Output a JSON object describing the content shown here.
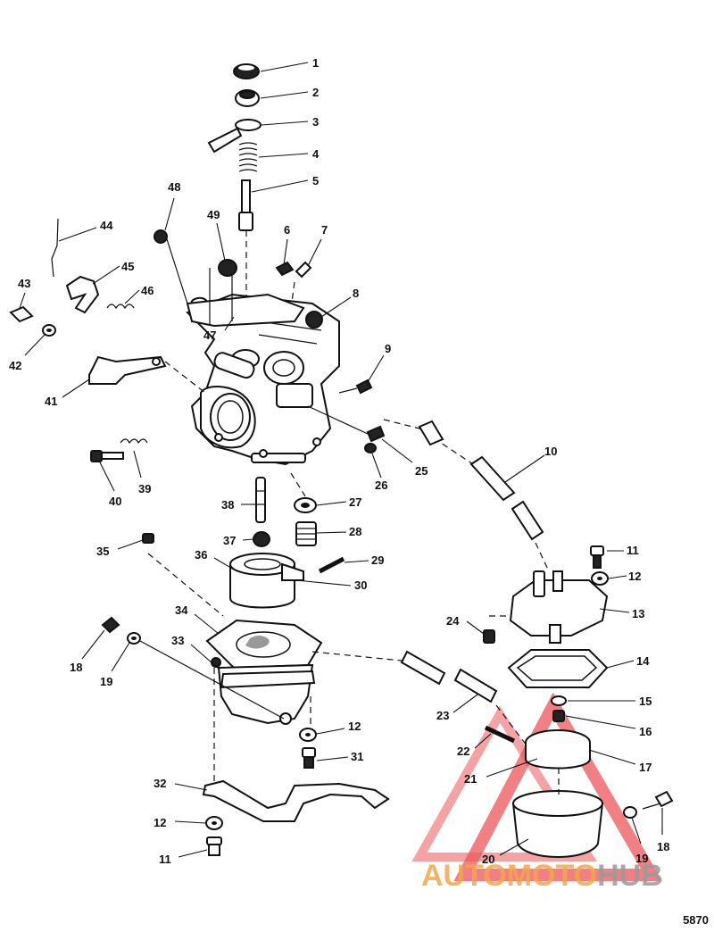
{
  "diagram": {
    "reference": "5870",
    "callouts": [
      "1",
      "2",
      "3",
      "4",
      "5",
      "6",
      "7",
      "8",
      "9",
      "10",
      "11",
      "12",
      "13",
      "14",
      "15",
      "16",
      "17",
      "18",
      "19",
      "20",
      "21",
      "22",
      "23",
      "24",
      "25",
      "26",
      "27",
      "28",
      "29",
      "30",
      "31",
      "32",
      "33",
      "34",
      "35",
      "36",
      "37",
      "38",
      "39",
      "40",
      "41",
      "42",
      "43",
      "44",
      "45",
      "46",
      "47",
      "48",
      "49"
    ],
    "watermark": {
      "part1": "AUTOMOTO",
      "part2": "HUB"
    }
  },
  "colors": {
    "ink": "#111111",
    "watermark_red": "#e8383d",
    "watermark_orange": "#f4a64a",
    "watermark_gray": "#9a9a9a"
  }
}
